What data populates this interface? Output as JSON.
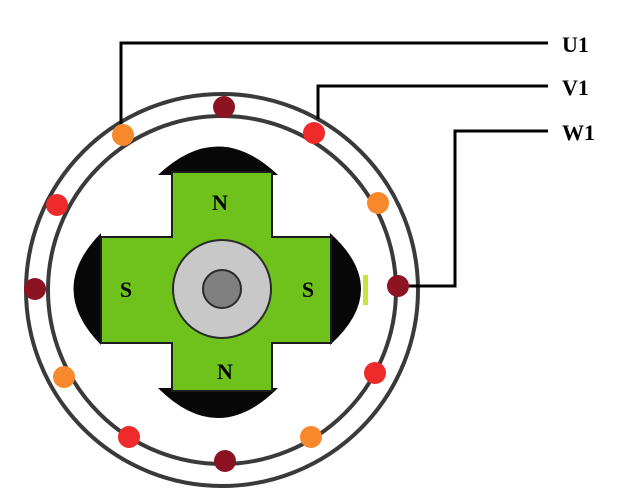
{
  "colors": {
    "background": "#ffffff",
    "stator_ring_stroke": "#3a3a3a",
    "rotor_green": "#6ec21b",
    "pole_shoe_black": "#080808",
    "shaft_outer": "#c8c8c8",
    "shaft_inner": "#808080",
    "coil_orange": "#f7892c",
    "coil_red": "#ee2a2a",
    "coil_darkred": "#8b1322",
    "wire": "#000000",
    "sensor_mark": "#c8e63a"
  },
  "rotor": {
    "poles": {
      "top": "N",
      "bottom": "N",
      "left": "S",
      "right": "S"
    }
  },
  "terminals": [
    {
      "label": "U1",
      "phase_color": "orange"
    },
    {
      "label": "V1",
      "phase_color": "red"
    },
    {
      "label": "W1",
      "phase_color": "darkred"
    }
  ],
  "coil_slots": [
    {
      "phase": "orange"
    },
    {
      "phase": "darkred"
    },
    {
      "phase": "red"
    },
    {
      "phase": "orange"
    },
    {
      "phase": "darkred"
    },
    {
      "phase": "red"
    },
    {
      "phase": "orange"
    },
    {
      "phase": "darkred"
    },
    {
      "phase": "red"
    },
    {
      "phase": "orange"
    },
    {
      "phase": "darkred"
    },
    {
      "phase": "red"
    }
  ]
}
